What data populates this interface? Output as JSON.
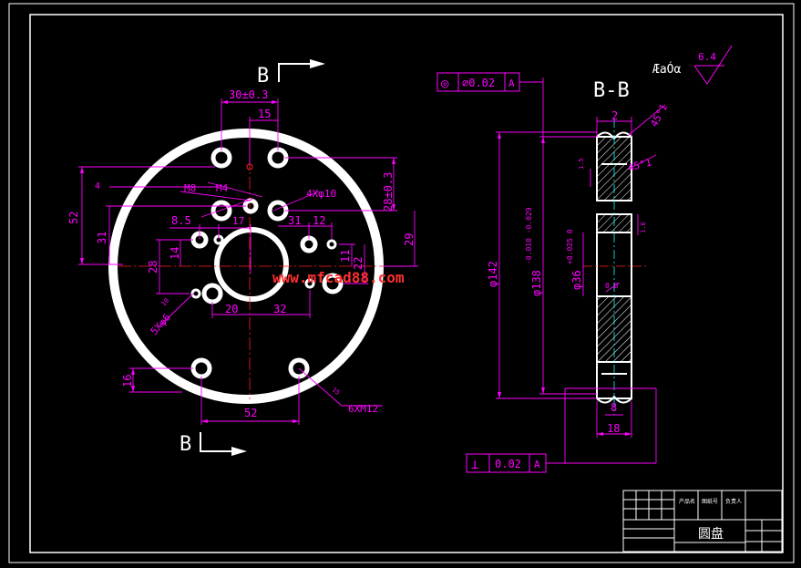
{
  "section_markers": {
    "letter": "B",
    "section_title": "B-B"
  },
  "roughness": {
    "note": "ÆaÓα",
    "value": "6.4"
  },
  "front_view": {
    "dims": {
      "d30": "30±0.3",
      "d15": "15",
      "d52_left": "52",
      "d31_left": "31",
      "d4": "4",
      "m8": "M8",
      "m4": "M4",
      "holes_4x": "4Xφ10",
      "d28_right": "28±0.3",
      "d8_5": "8.5",
      "d17": "17",
      "d31_mid": "31",
      "d12": "12",
      "d28_left": "28",
      "d14": "14",
      "d11": "11",
      "d22": "22",
      "d29": "29",
      "thread_5x": "5Xφ6",
      "d20": "20",
      "d32": "32",
      "d16": "16",
      "d52_bottom": "52",
      "thread_6x": "6XM12",
      "small_a": "10",
      "small_b": "15"
    }
  },
  "section_view": {
    "dims": {
      "d2": "2",
      "chamfer_top": "45°1",
      "chamfer_mid": "45°1",
      "r15": "1.5",
      "r1_6": "1.6",
      "phi142": "φ142",
      "phi138": "φ138",
      "tol138": "-0.010 -0.029",
      "phi36": "φ36",
      "tol36": "+0.025 0",
      "d0_8": "0.8",
      "d8": "8",
      "d18": "18"
    },
    "tolerance_top": {
      "symbol": "◎",
      "value": "∅0.02",
      "datum": "A"
    },
    "tolerance_bottom": {
      "symbol": "⊥",
      "value": "0.02",
      "datum": "A"
    }
  },
  "watermark": "www.mfcad88.com",
  "title_block": {
    "part_name": "圆盘",
    "header_cells": [
      "产品名",
      "图纸号",
      "负责人"
    ]
  },
  "colors": {
    "magenta": "#ff00ff",
    "white": "#ffffff",
    "red": "#ff2020",
    "cyan": "#00ffff",
    "watermark": "#ff3030"
  }
}
